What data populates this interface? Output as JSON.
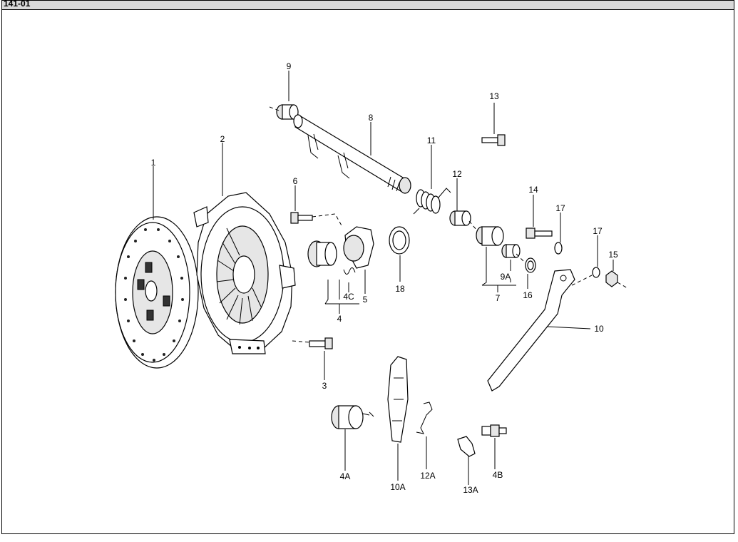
{
  "title": "141-01",
  "callouts": {
    "c1": "1",
    "c2": "2",
    "c3": "3",
    "c4": "4",
    "c4A": "4A",
    "c4B": "4B",
    "c4C": "4C",
    "c5": "5",
    "c6": "6",
    "c7": "7",
    "c8": "8",
    "c9": "9",
    "c9A": "9A",
    "c10": "10",
    "c10A": "10A",
    "c11": "11",
    "c12": "12",
    "c12A": "12A",
    "c13": "13",
    "c13A": "13A",
    "c14": "14",
    "c15": "15",
    "c16": "16",
    "c17a": "17",
    "c17b": "17",
    "c18": "18"
  }
}
